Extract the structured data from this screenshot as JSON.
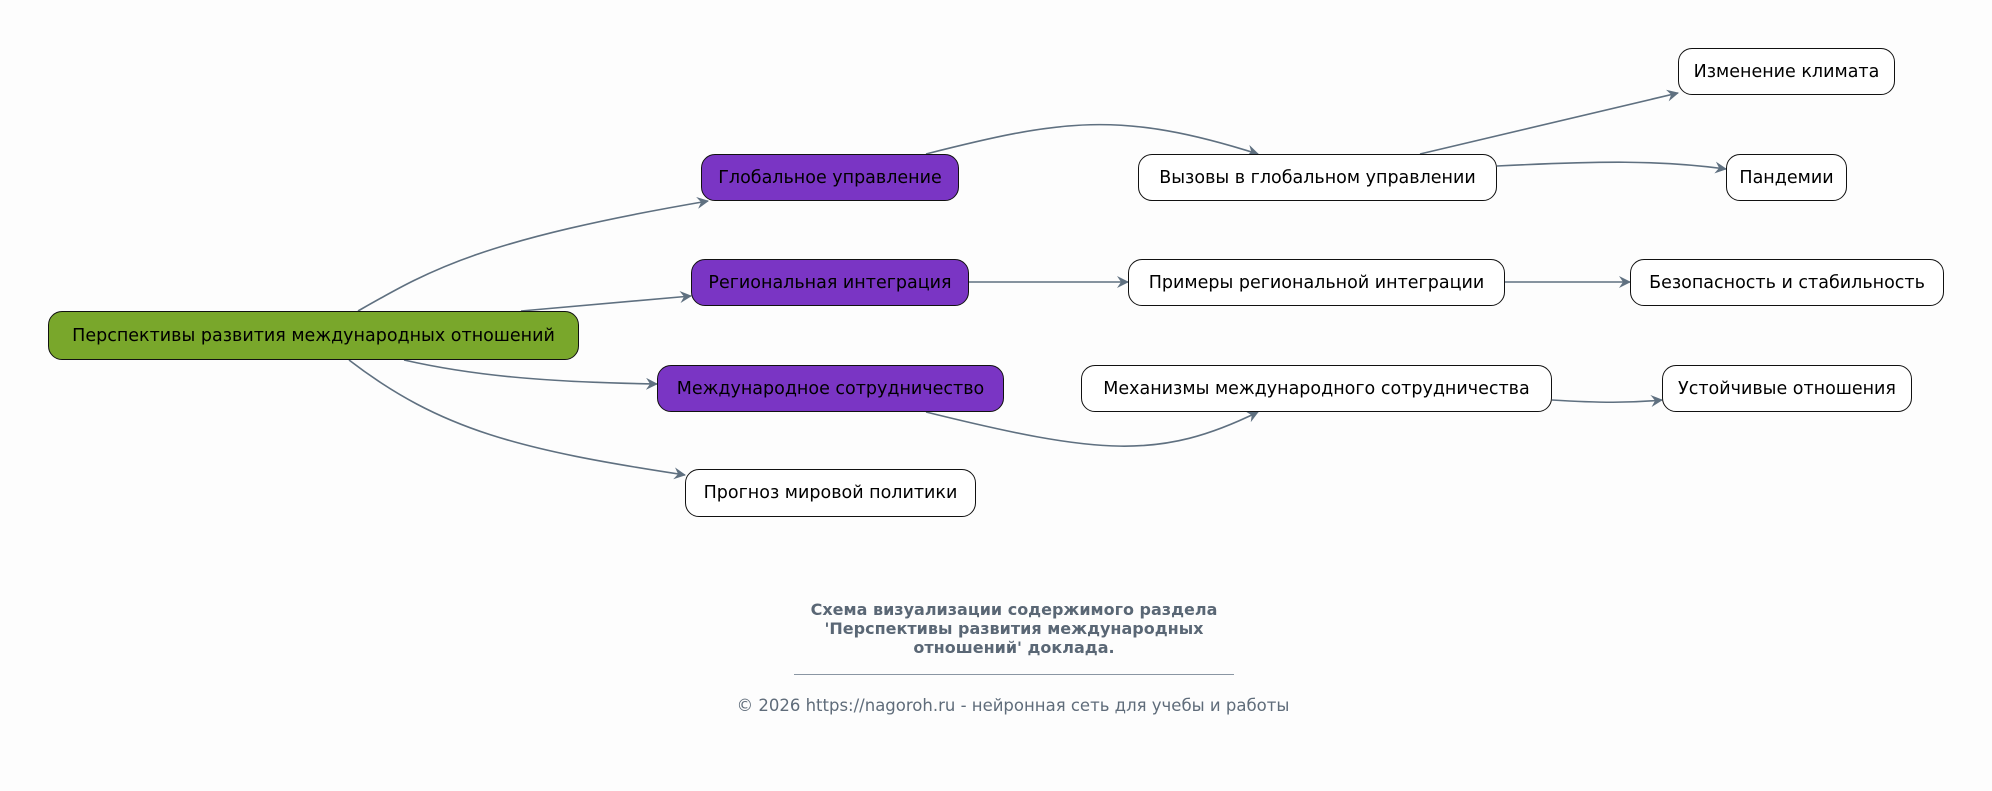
{
  "diagram": {
    "root": "Перспективы развития международных отношений",
    "nodes": {
      "global_governance": "Глобальное управление",
      "regional_integration": "Региональная интеграция",
      "intl_cooperation": "Международное сотрудничество",
      "forecast": "Прогноз мировой политики",
      "challenges": "Вызовы в глобальном управлении",
      "examples": "Примеры региональной интеграции",
      "mechanisms": "Механизмы международного сотрудничества",
      "climate": "Изменение климата",
      "pandemics": "Пандемии",
      "security": "Безопасность и стабильность",
      "sustainable": "Устойчивые отношения"
    },
    "colors": {
      "root": "#79a72b",
      "level1": "#7a35c4",
      "edge": "#5f7080"
    }
  },
  "footer": {
    "caption_line1": "Схема визуализации содержимого раздела",
    "caption_line2": "'Перспективы развития международных",
    "caption_line3": "отношений' доклада.",
    "copyright": "© 2026 https://nagoroh.ru - нейронная сеть для учебы и работы"
  }
}
